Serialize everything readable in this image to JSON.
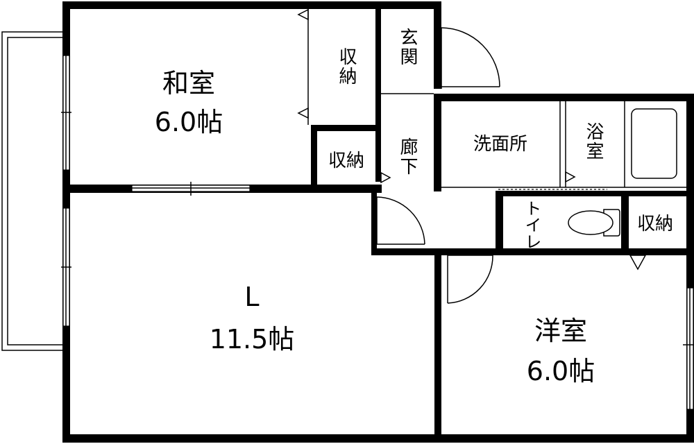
{
  "rooms": {
    "washitsu": {
      "name": "和室",
      "size": "6.0帖"
    },
    "living": {
      "name": "L",
      "size": "11.5帖"
    },
    "youshitsu": {
      "name": "洋室",
      "size": "6.0帖"
    }
  },
  "spaces": {
    "storage_top": "収納",
    "entrance": "玄関",
    "storage_mid": "収納",
    "hallway": "廊下",
    "washroom": "洗面所",
    "bath": "浴室",
    "toilet": "トイレ",
    "storage_right": "収納"
  }
}
